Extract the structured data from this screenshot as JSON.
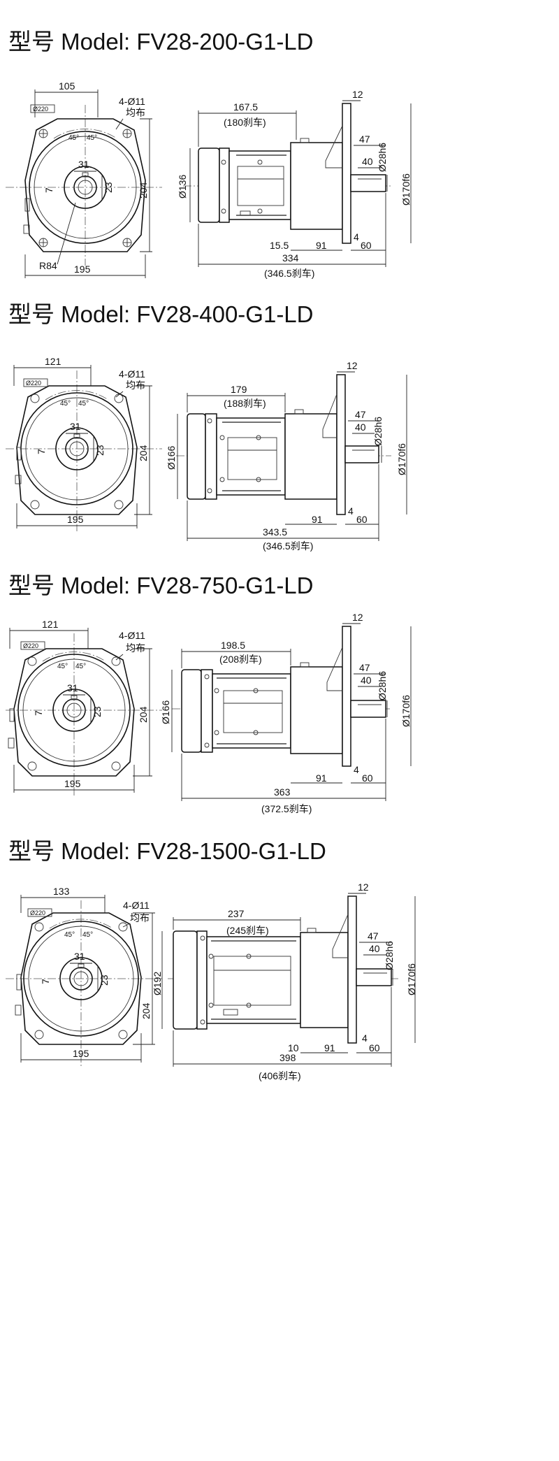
{
  "sections": [
    {
      "title": "型号 Model: FV28-200-G1-LD",
      "front": {
        "top_width": "105",
        "flange_dia": "Ø220",
        "holes": "4-Ø11",
        "holes_note": "均布",
        "angle_left": "45°",
        "angle_right": "45°",
        "shaft_height": "31",
        "key_width": "7",
        "key_depth": "23",
        "height": "204",
        "radius": "R84",
        "width": "195"
      },
      "side": {
        "motor_length": "167.5",
        "motor_length_brake": "(180刹车)",
        "motor_dia": "Ø136",
        "flange_thickness": "12",
        "shaft_length": "47",
        "key_length": "40",
        "shaft_dia": "Ø28h6",
        "pilot_dia": "Ø170f6",
        "offset": "15.5",
        "gear_length": "91",
        "shoulder": "4",
        "shaft_ext": "60",
        "total_length": "334",
        "total_length_brake": "(346.5刹车)"
      }
    },
    {
      "title": "型号 Model: FV28-400-G1-LD",
      "front": {
        "top_width": "121",
        "flange_dia": "Ø220",
        "holes": "4-Ø11",
        "holes_note": "均布",
        "angle_left": "45°",
        "angle_right": "45°",
        "shaft_height": "31",
        "key_width": "7",
        "key_depth": "23",
        "height": "204",
        "radius": "",
        "width": "195"
      },
      "side": {
        "motor_length": "179",
        "motor_length_brake": "(188刹车)",
        "motor_dia": "Ø166",
        "flange_thickness": "12",
        "shaft_length": "47",
        "key_length": "40",
        "shaft_dia": "Ø28h6",
        "pilot_dia": "Ø170f6",
        "offset": "",
        "gear_length": "91",
        "shoulder": "4",
        "shaft_ext": "60",
        "total_length": "343.5",
        "total_length_brake": "(346.5刹车)"
      }
    },
    {
      "title": "型号 Model: FV28-750-G1-LD",
      "front": {
        "top_width": "121",
        "flange_dia": "Ø220",
        "holes": "4-Ø11",
        "holes_note": "均布",
        "angle_left": "45°",
        "angle_right": "45°",
        "shaft_height": "31",
        "key_width": "7",
        "key_depth": "23",
        "height": "204",
        "radius": "",
        "width": "195"
      },
      "side": {
        "motor_length": "198.5",
        "motor_length_brake": "(208刹车)",
        "motor_dia": "Ø166",
        "flange_thickness": "12",
        "shaft_length": "47",
        "key_length": "40",
        "shaft_dia": "Ø28h6",
        "pilot_dia": "Ø170f6",
        "offset": "",
        "gear_length": "91",
        "shoulder": "4",
        "shaft_ext": "60",
        "total_length": "363",
        "total_length_brake": "(372.5刹车)"
      }
    },
    {
      "title": "型号 Model: FV28-1500-G1-LD",
      "front": {
        "top_width": "133",
        "flange_dia": "Ø220",
        "holes": "4-Ø11",
        "holes_note": "均布",
        "angle_left": "45°",
        "angle_right": "45°",
        "shaft_height": "31",
        "key_width": "7",
        "key_depth": "23",
        "height": "204",
        "radius": "",
        "width": "195"
      },
      "side": {
        "motor_length": "237",
        "motor_length_brake": "(245刹车)",
        "motor_dia": "Ø192",
        "flange_thickness": "12",
        "shaft_length": "47",
        "key_length": "40",
        "shaft_dia": "Ø28h6",
        "pilot_dia": "Ø170f6",
        "offset": "10",
        "gear_length": "91",
        "shoulder": "4",
        "shaft_ext": "60",
        "total_length": "398",
        "total_length_brake": "(406刹车)"
      }
    }
  ]
}
